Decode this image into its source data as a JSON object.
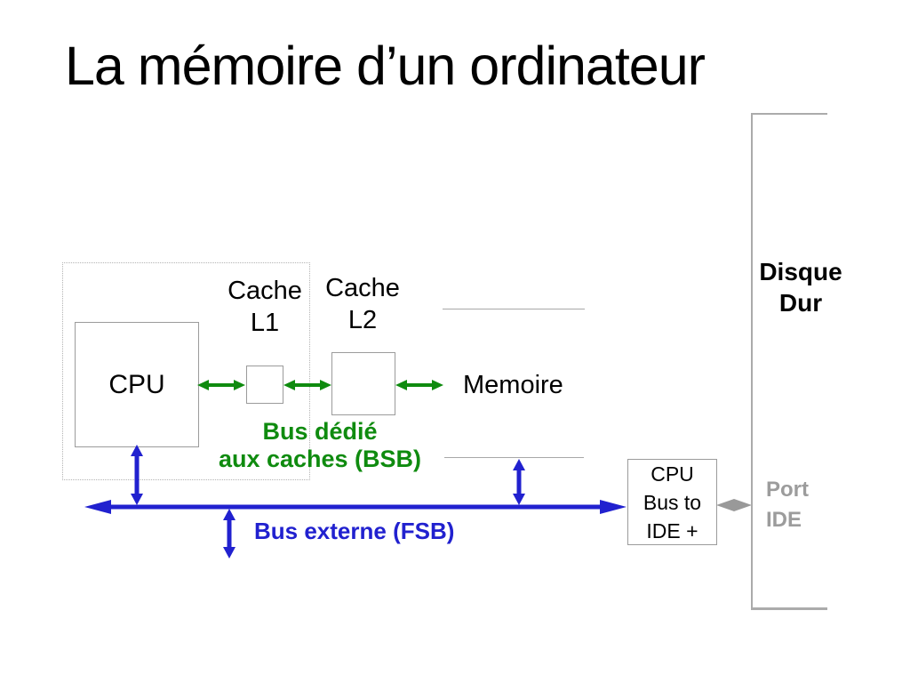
{
  "slide": {
    "title": "La mémoire d’un ordinateur"
  },
  "colors": {
    "bus_green": "#0f8b0f",
    "bus_blue": "#2121cf",
    "gray_connector": "#999999",
    "gray_text": "#9c9c9c"
  },
  "diagram": {
    "cpu": {
      "label": "CPU"
    },
    "cache_l1": {
      "line1": "Cache",
      "line2": "L1"
    },
    "cache_l2": {
      "line1": "Cache",
      "line2": "L2"
    },
    "memory": {
      "label": "Memoire"
    },
    "bsb_bus": {
      "line1": "Bus dédié",
      "line2": "aux caches (BSB)"
    },
    "fsb_bus": {
      "label": "Bus externe (FSB)"
    },
    "ide_bridge": {
      "line1": "CPU",
      "line2": "Bus to",
      "line3": "IDE +"
    },
    "hard_disk": {
      "line1": "Disque",
      "line2": "Dur"
    },
    "ide_port": {
      "line1": "Port",
      "line2": "IDE"
    }
  }
}
